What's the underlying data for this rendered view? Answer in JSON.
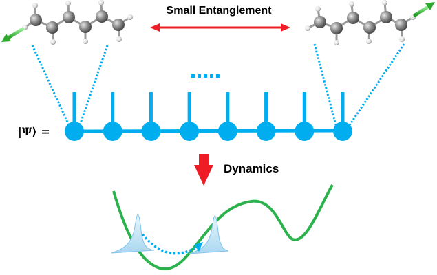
{
  "title": "Small Entanglement",
  "dynamics_label": "Dynamics",
  "wavefunction_label": "|Ψ⟩ =",
  "continuation": "……",
  "tensor_network": {
    "type": "matrix-product-state",
    "site_count": 8
  },
  "molecule": {
    "name": "polyene chain",
    "carbon_count": 6
  },
  "colors": {
    "tensor": "#00aeef",
    "entanglement_arrow": "#ee1c24",
    "dynamics_arrow": "#ee1c24",
    "potential_curve": "#2bb24c",
    "wavepacket": "#bfe3f5",
    "carbon": "#8a8a8a",
    "hydrogen": "#f2f2f2",
    "displacement_vector": "#3cc83c"
  },
  "icons": [
    "double-headed-arrow-icon",
    "down-arrow-icon",
    "displacement-vector-icon"
  ]
}
